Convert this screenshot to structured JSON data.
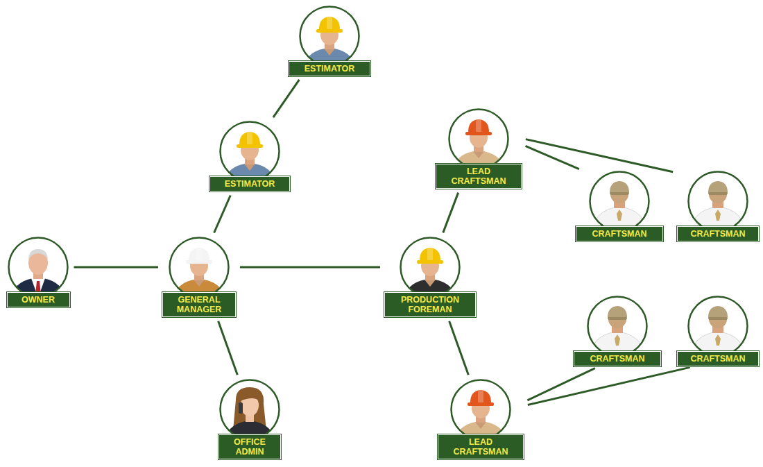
{
  "diagram": {
    "nodes": [
      {
        "text": [
          "ESTIMATOR"
        ]
      },
      {
        "text": [
          "ESTIMATOR"
        ]
      },
      {
        "text": [
          "LEAD CRAFTSMAN"
        ]
      },
      {
        "text": [
          "CRAFTSMAN"
        ]
      },
      {
        "text": [
          "CRAFTSMAN"
        ]
      },
      {
        "text": [
          "OWNER"
        ]
      },
      {
        "text": [
          "GENERAL MANAGER"
        ]
      },
      {
        "text": [
          "PRODUCTION FOREMAN"
        ]
      },
      {
        "text": [
          "CRAFTSMAN"
        ]
      },
      {
        "text": [
          "CRAFTSMAN"
        ]
      },
      {
        "text": [
          "OFFICE ADMIN"
        ]
      },
      {
        "text": [
          "LEAD CRAFTSMAN"
        ]
      }
    ],
    "edges": [
      {
        "from": 5,
        "to": 6,
        "arrow": "none"
      },
      {
        "from": 6,
        "to": 1,
        "arrow": "none"
      },
      {
        "from": 1,
        "to": 0,
        "arrow": "none"
      },
      {
        "from": 6,
        "to": 10,
        "arrow": "none"
      },
      {
        "from": 6,
        "to": 7,
        "arrow": "none"
      },
      {
        "from": 7,
        "to": 2,
        "arrow": "none"
      },
      {
        "from": 2,
        "to": 3,
        "arrow": "none"
      },
      {
        "from": 2,
        "to": 4,
        "arrow": "none"
      },
      {
        "from": 7,
        "to": 11,
        "arrow": "none"
      },
      {
        "from": 11,
        "to": 8,
        "arrow": "none"
      },
      {
        "from": 11,
        "to": 9,
        "arrow": "none"
      }
    ]
  }
}
